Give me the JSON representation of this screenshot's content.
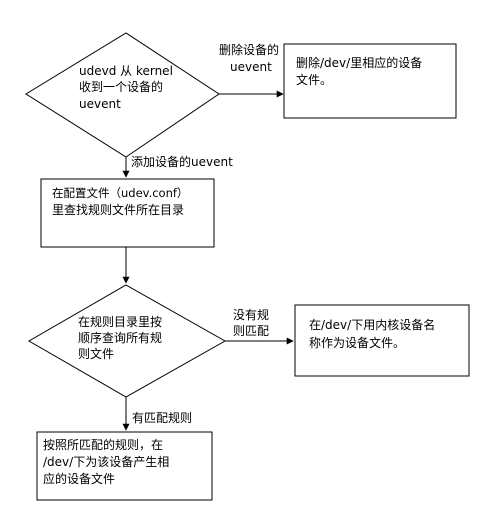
{
  "diamond1": {
    "line1": "udevd 从 kernel",
    "line2": "收到一个设备的",
    "line3": "uevent"
  },
  "edge_remove": {
    "line1": "删除设备的",
    "line2": "uevent"
  },
  "box_remove": {
    "line1": "删除/dev/里相应的设备",
    "line2": "文件。"
  },
  "edge_add": {
    "label": "添加设备的uevent"
  },
  "box_config": {
    "line1": "在配置文件（udev.conf）",
    "line2": "里查找规则文件所在目录"
  },
  "diamond2": {
    "line1": "在规则目录里按",
    "line2": "顺序查询所有规",
    "line3": "则文件"
  },
  "edge_nomatch": {
    "line1": "没有规",
    "line2": "则匹配"
  },
  "box_kernelname": {
    "line1": "在/dev/下用内核设备名",
    "line2": "称作为设备文件。"
  },
  "edge_match": {
    "label": "有匹配规则"
  },
  "box_create": {
    "line1": "按照所匹配的规则，在",
    "line2": "/dev/下为该设备产生相",
    "line3": "应的设备文件"
  }
}
